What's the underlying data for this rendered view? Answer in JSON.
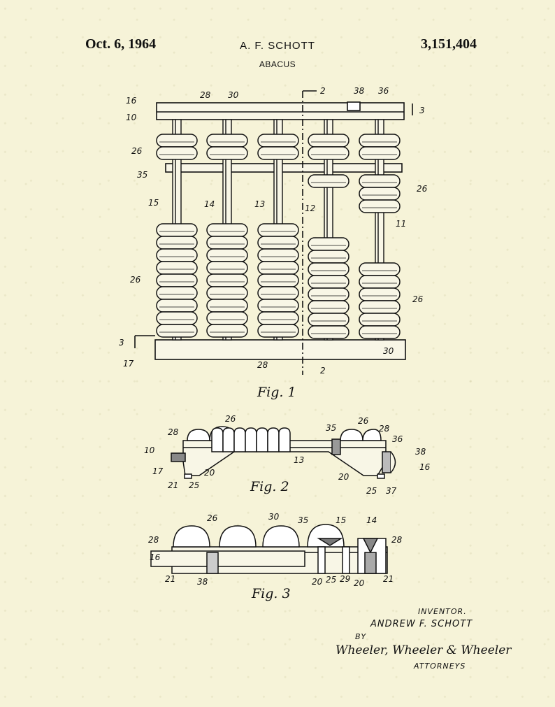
{
  "header": {
    "date": "Oct. 6, 1964",
    "inventor_short": "A. F. SCHOTT",
    "patent_number": "3,151,404"
  },
  "title": "ABACUS",
  "figures": {
    "fig1": "Fig. 1",
    "fig2": "Fig. 2",
    "fig3": "Fig. 3"
  },
  "refs_fig1": [
    "16",
    "28",
    "30",
    "2",
    "38",
    "36",
    "3",
    "10",
    "26",
    "35",
    "26",
    "15",
    "14",
    "13",
    "12",
    "11",
    "26",
    "26",
    "3",
    "17",
    "28",
    "2",
    "30"
  ],
  "refs_fig2": [
    "26",
    "26",
    "35",
    "28",
    "28",
    "36",
    "38",
    "10",
    "17",
    "13",
    "20",
    "20",
    "16",
    "21",
    "25",
    "25",
    "37"
  ],
  "refs_fig3": [
    "26",
    "30",
    "35",
    "15",
    "14",
    "28",
    "28",
    "16",
    "21",
    "38",
    "20",
    "25",
    "29",
    "20",
    "21"
  ],
  "signature": {
    "inventor_label": "INVENTOR.",
    "inventor_name": "ANDREW F. SCHOTT",
    "by": "BY",
    "attorney_signature": "Wheeler, Wheeler & Wheeler",
    "attorneys_label": "ATTORNEYS"
  },
  "colors": {
    "paper": "#f6f3d8",
    "ink": "#111111",
    "bead_fill": "#f8f6e6"
  }
}
